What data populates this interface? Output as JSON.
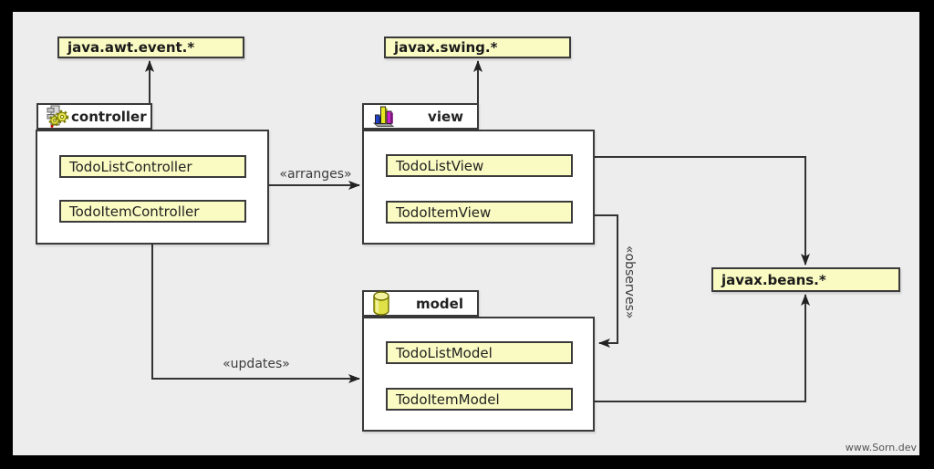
{
  "external_packages": {
    "awt": "java.awt.event.*",
    "swing": "javax.swing.*",
    "beans": "javax.beans.*"
  },
  "packages": {
    "controller": {
      "label": "controller",
      "icon": "gears-icon",
      "classes": {
        "list": "TodoListController",
        "item": "TodoItemController"
      }
    },
    "view": {
      "label": "view",
      "icon": "bar-chart-icon",
      "classes": {
        "list": "TodoListView",
        "item": "TodoItemView"
      }
    },
    "model": {
      "label": "model",
      "icon": "database-cylinder-icon",
      "classes": {
        "list": "TodoListModel",
        "item": "TodoItemModel"
      }
    }
  },
  "relation_labels": {
    "arranges": "«arranges»",
    "updates": "«updates»",
    "observes": "«observes»"
  },
  "relations": [
    {
      "from": "controller",
      "to": "java.awt.event.*",
      "type": "arrow"
    },
    {
      "from": "view",
      "to": "javax.swing.*",
      "type": "arrow"
    },
    {
      "from": "controller",
      "to": "view",
      "label": "«arranges»",
      "type": "arrow"
    },
    {
      "from": "controller",
      "to": "model",
      "label": "«updates»",
      "type": "arrow"
    },
    {
      "from": "view",
      "to": "model",
      "label": "«observes»",
      "type": "arrow"
    },
    {
      "from": "view",
      "to": "javax.beans.*",
      "type": "arrow"
    },
    {
      "from": "model",
      "to": "javax.beans.*",
      "type": "arrow"
    },
    {
      "from": "TodoListController",
      "to": "TodoItemController",
      "type": "dashed-dependency"
    },
    {
      "from": "TodoListView",
      "to": "TodoItemView",
      "type": "composition"
    },
    {
      "from": "TodoListModel",
      "to": "TodoItemModel",
      "type": "composition"
    }
  ],
  "watermark": "www.Sorn.dev",
  "colors": {
    "frame": "#000000",
    "panel": "#ededed",
    "node_fill": "#fafac3",
    "node_border": "#3a3a3a",
    "package_fill": "#ffffff",
    "line": "#333333"
  }
}
